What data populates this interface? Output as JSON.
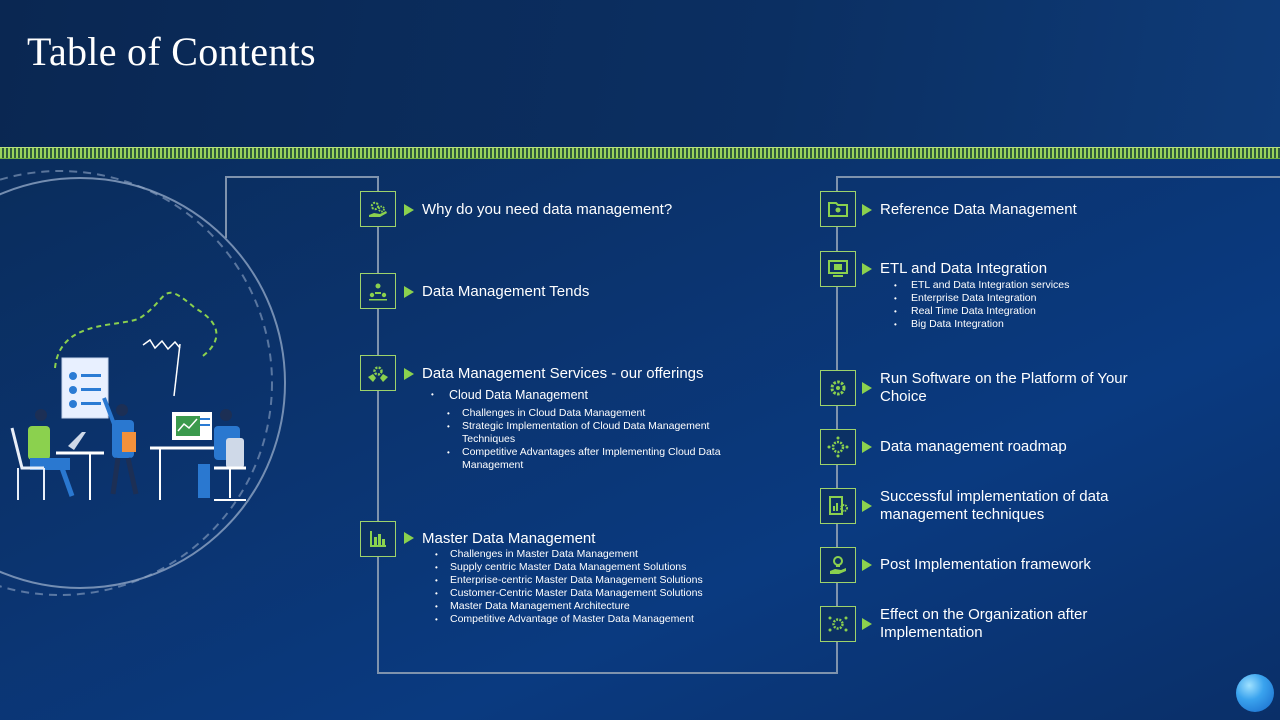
{
  "title": "Table of Contents",
  "colors": {
    "accent": "#8bd14e",
    "background": "#0b3470",
    "frame": "#7f93ad"
  },
  "left_items": [
    {
      "icon": "gears-hand-icon",
      "heading": "Why do you need data management?"
    },
    {
      "icon": "team-network-icon",
      "heading": "Data Management Tends"
    },
    {
      "icon": "gear-hands-icon",
      "heading": "Data Management Services - our offerings",
      "sub": "Cloud Data Management",
      "bullets": [
        "Challenges in Cloud Data Management",
        "Strategic Implementation  of Cloud Data Management Techniques",
        "Competitive Advantages after Implementing Cloud Data Management"
      ]
    },
    {
      "icon": "bar-chart-icon",
      "heading": "Master Data Management",
      "bullets": [
        "Challenges in Master Data Management",
        "Supply centric Master Data Management Solutions",
        "Enterprise-centric Master Data Management Solutions",
        "Customer-Centric Master Data Management Solutions",
        "Master Data Management  Architecture",
        "Competitive  Advantage of Master Data Management"
      ]
    }
  ],
  "right_items": [
    {
      "icon": "folder-icon",
      "heading": "Reference Data Management"
    },
    {
      "icon": "monitor-icon",
      "heading": "ETL and Data Integration",
      "bullets": [
        "ETL  and Data Integration services",
        "Enterprise Data Integration",
        "Real Time Data Integration",
        "Big Data Integration"
      ]
    },
    {
      "icon": "gear-icon",
      "heading": "Run Software on the Platform of Your Choice"
    },
    {
      "icon": "roadmap-gear-icon",
      "heading": "Data management roadmap"
    },
    {
      "icon": "report-gear-icon",
      "heading": "Successful implementation of data management techniques"
    },
    {
      "icon": "idea-hand-icon",
      "heading": "Post Implementation framework"
    },
    {
      "icon": "network-gear-icon",
      "heading": "Effect on the Organization after Implementation"
    }
  ]
}
